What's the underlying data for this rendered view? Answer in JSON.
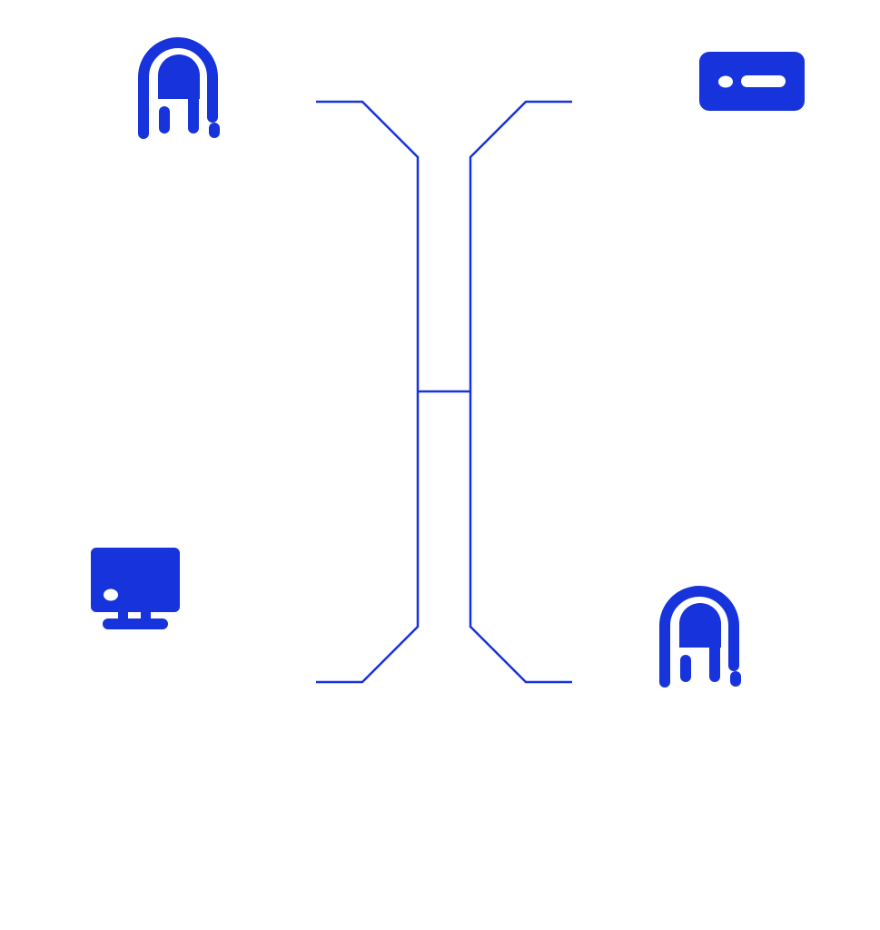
{
  "diagram": {
    "accent_color": "#1733db",
    "background_color": "#ffffff",
    "icons": [
      {
        "id": "top-left",
        "semantic": "fingerprint-icon"
      },
      {
        "id": "top-right",
        "semantic": "id-badge-icon"
      },
      {
        "id": "bottom-left",
        "semantic": "monitor-icon"
      },
      {
        "id": "bottom-right",
        "semantic": "fingerprint-icon"
      }
    ],
    "connector": {
      "semantic": "bracket-connector",
      "branches": [
        "top-left",
        "top-right",
        "bottom-left",
        "bottom-right"
      ],
      "has_crossbar": true
    }
  }
}
